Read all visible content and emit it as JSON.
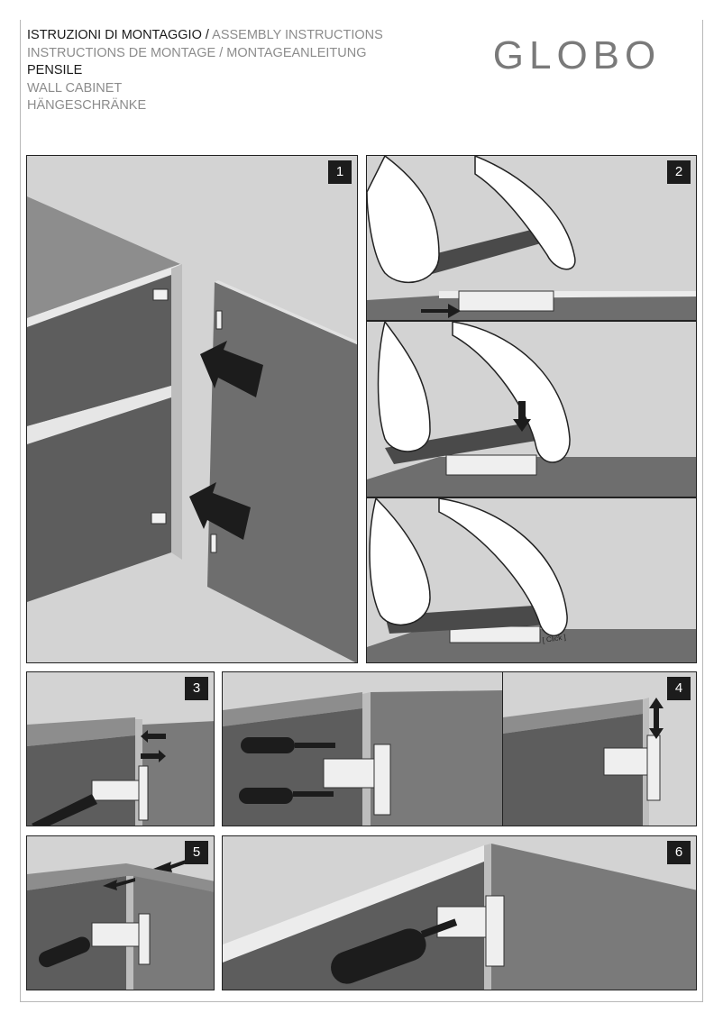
{
  "header": {
    "line1_dark": "ISTRUZIONI DI MONTAGGIO /",
    "line1_grey": " ASSEMBLY INSTRUCTIONS",
    "line2": "INSTRUCTIONS DE MONTAGE / MONTAGEANLEITUNG",
    "line3": "PENSILE",
    "line4": "WALL CABINET",
    "line5": "HÄNGESCHRÄNKE"
  },
  "brand": {
    "logo_text": "GLOBO",
    "color": "#7a7a7a"
  },
  "steps": {
    "s1": "1",
    "s2": "2",
    "s3": "3",
    "s4": "4",
    "s5": "5",
    "s6": "6"
  },
  "annotations": {
    "click": "[ Click ]"
  },
  "colors": {
    "panel_bg": "#cfcfcf",
    "dark_panel": "#5a5a5a",
    "mid_panel": "#8a8a8a",
    "black": "#1c1c1c"
  }
}
